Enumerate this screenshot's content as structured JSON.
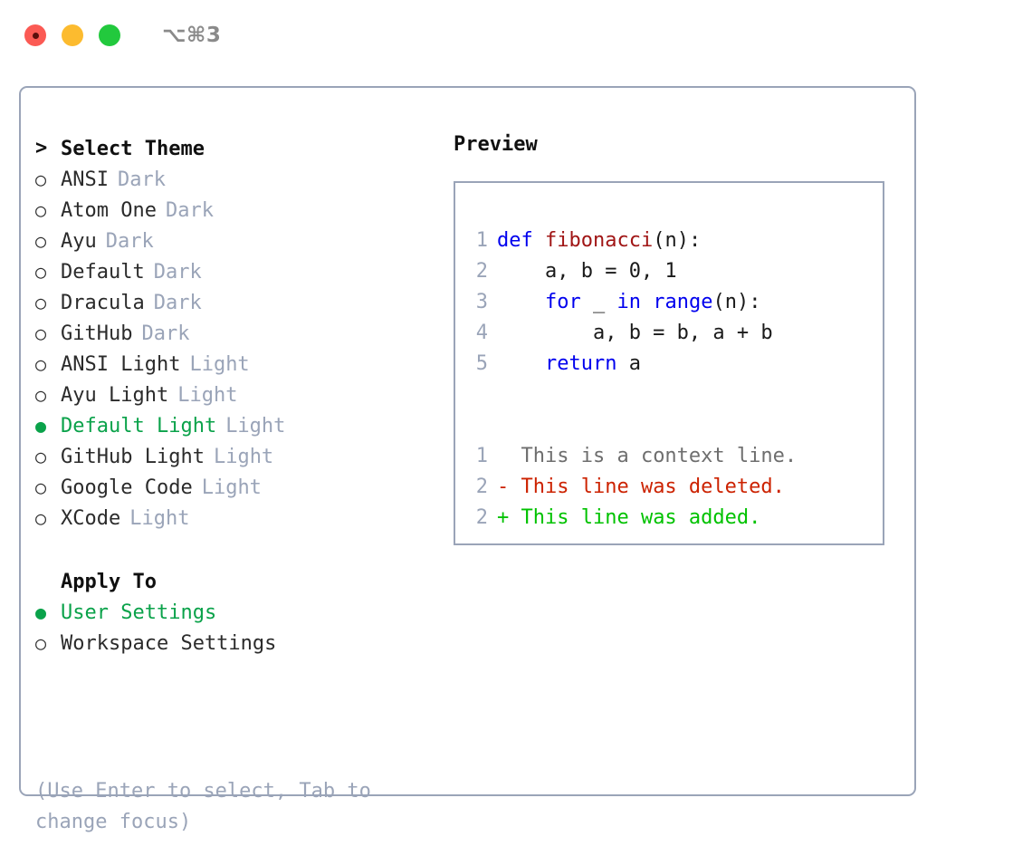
{
  "titlebar": {
    "shortcut": "⌥⌘3",
    "lights": [
      {
        "name": "close",
        "color": "#fb5a54"
      },
      {
        "name": "minimize",
        "color": "#fcbb2f"
      },
      {
        "name": "maximize",
        "color": "#22c93d"
      }
    ]
  },
  "theme_picker": {
    "header_prefix": ">",
    "header": "Select Theme",
    "bullet_empty": "○",
    "bullet_filled": "●",
    "items": [
      {
        "label": "ANSI",
        "tag": "Dark",
        "selected": false
      },
      {
        "label": "Atom One",
        "tag": "Dark",
        "selected": false
      },
      {
        "label": "Ayu",
        "tag": "Dark",
        "selected": false
      },
      {
        "label": "Default",
        "tag": "Dark",
        "selected": false
      },
      {
        "label": "Dracula",
        "tag": "Dark",
        "selected": false
      },
      {
        "label": "GitHub",
        "tag": "Dark",
        "selected": false
      },
      {
        "label": "ANSI Light",
        "tag": "Light",
        "selected": false
      },
      {
        "label": "Ayu Light",
        "tag": "Light",
        "selected": false
      },
      {
        "label": "Default Light",
        "tag": "Light",
        "selected": true
      },
      {
        "label": "GitHub Light",
        "tag": "Light",
        "selected": false
      },
      {
        "label": "Google Code",
        "tag": "Light",
        "selected": false
      },
      {
        "label": "XCode",
        "tag": "Light",
        "selected": false
      }
    ]
  },
  "apply_to": {
    "title": "Apply To",
    "options": [
      {
        "label": "User Settings",
        "selected": true
      },
      {
        "label": "Workspace Settings",
        "selected": false
      }
    ]
  },
  "hint": "(Use Enter to select, Tab to change focus)",
  "preview": {
    "title": "Preview",
    "code_lines": [
      {
        "num": "1",
        "tokens": [
          {
            "t": "def",
            "c": "kw"
          },
          {
            "t": " ",
            "c": "code-text"
          },
          {
            "t": "fibonacci",
            "c": "fn"
          },
          {
            "t": "(n):",
            "c": "code-text"
          }
        ]
      },
      {
        "num": "2",
        "tokens": [
          {
            "t": "    a, b = 0, 1",
            "c": "code-text"
          }
        ]
      },
      {
        "num": "3",
        "tokens": [
          {
            "t": "    ",
            "c": "code-text"
          },
          {
            "t": "for",
            "c": "kw"
          },
          {
            "t": " _ ",
            "c": "code-text"
          },
          {
            "t": "in",
            "c": "kw"
          },
          {
            "t": " ",
            "c": "code-text"
          },
          {
            "t": "range",
            "c": "kw"
          },
          {
            "t": "(n):",
            "c": "code-text"
          }
        ]
      },
      {
        "num": "4",
        "tokens": [
          {
            "t": "        a, b = b, a + b",
            "c": "code-text"
          }
        ]
      },
      {
        "num": "5",
        "tokens": [
          {
            "t": "    ",
            "c": "code-text"
          },
          {
            "t": "return",
            "c": "kw"
          },
          {
            "t": " a",
            "c": "code-text"
          }
        ]
      }
    ],
    "diff_lines": [
      {
        "num": "1",
        "marker": " ",
        "text": " This is a context line.",
        "kind": "diff-ctx"
      },
      {
        "num": "2",
        "marker": "-",
        "text": " This line was deleted.",
        "kind": "diff-del"
      },
      {
        "num": "2",
        "marker": "+",
        "text": " This line was added.",
        "kind": "diff-add"
      }
    ]
  },
  "colors": {
    "border": "#9aa4b8",
    "accent_green": "#0aa24a",
    "keyword_blue": "#0000ee",
    "function_red": "#a01515",
    "diff_delete": "#cc2200",
    "diff_add": "#00c200",
    "muted": "#9aa4b8"
  }
}
